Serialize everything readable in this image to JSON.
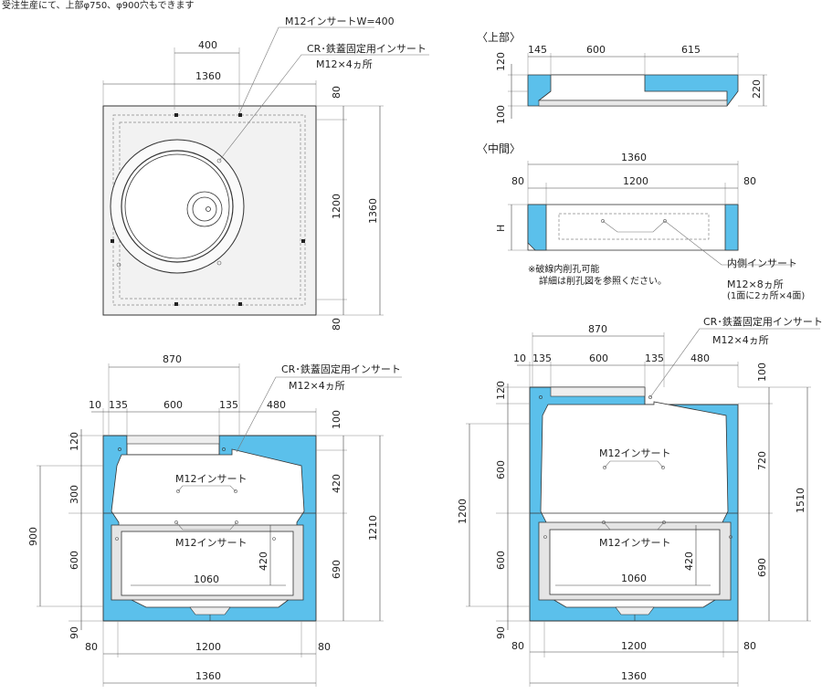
{
  "header_note": "受注生産にて、上部φ750、φ900穴もできます",
  "colors": {
    "concrete": "#5bc0eb",
    "line": "#333333",
    "surface": "#f2f2f2"
  },
  "plan": {
    "insert_w_note": "M12インサートW=400",
    "cr_note": "CR･鉄蓋固定用インサート",
    "cr_note_count": "M12×4ヵ所",
    "dims": {
      "d400": "400",
      "d1360_top": "1360",
      "d80_top": "80",
      "d1200": "1200",
      "d1360_right": "1360",
      "d80_bottom": "80"
    }
  },
  "top_section": {
    "title": "〈上部〉",
    "dims": {
      "d145": "145",
      "d600": "600",
      "d615": "615",
      "d120": "120",
      "d100": "100",
      "d220": "220"
    }
  },
  "middle_section": {
    "title": "〈中間〉",
    "dims": {
      "d1360": "1360",
      "d80_left": "80",
      "d1200": "1200",
      "d80_right": "80",
      "H": "H"
    },
    "note_line1": "※破線内削孔可能",
    "note_line2": "詳細は削孔図を参照ください。",
    "inner_insert": "内側インサート",
    "inner_insert_count": "M12×8ヵ所",
    "inner_insert_detail": "(1面に2ヵ所×4面)"
  },
  "left_elevation": {
    "cr_note": "CR･鉄蓋固定用インサート",
    "cr_note_count": "M12×4ヵ所",
    "insert_upper": "M12インサート",
    "insert_lower": "M12インサート",
    "dims": {
      "d870": "870",
      "d10": "10",
      "d135a": "135",
      "d600": "600",
      "d135b": "135",
      "d480": "480",
      "d120": "120",
      "d300": "300",
      "d900": "900",
      "d600v": "600",
      "d90": "90",
      "d100": "100",
      "d420r": "420",
      "d1210": "1210",
      "d690": "690",
      "d420in": "420",
      "d1060": "1060",
      "d80l": "80",
      "d1200": "1200",
      "d80r": "80",
      "d1360": "1360"
    }
  },
  "right_elevation": {
    "cr_note": "CR･鉄蓋固定用インサート",
    "cr_note_count": "M12×4ヵ所",
    "insert_upper": "M12インサート",
    "insert_lower": "M12インサート",
    "dims": {
      "d870": "870",
      "d10": "10",
      "d135a": "135",
      "d600": "600",
      "d135b": "135",
      "d480": "480",
      "d120": "120",
      "d600u": "600",
      "d1200": "1200",
      "d600l": "600",
      "d90": "90",
      "d100": "100",
      "d720": "720",
      "d1510": "1510",
      "d690": "690",
      "d420in": "420",
      "d1060": "1060",
      "d80l": "80",
      "d1200b": "1200",
      "d80r": "80",
      "d1360": "1360"
    }
  }
}
